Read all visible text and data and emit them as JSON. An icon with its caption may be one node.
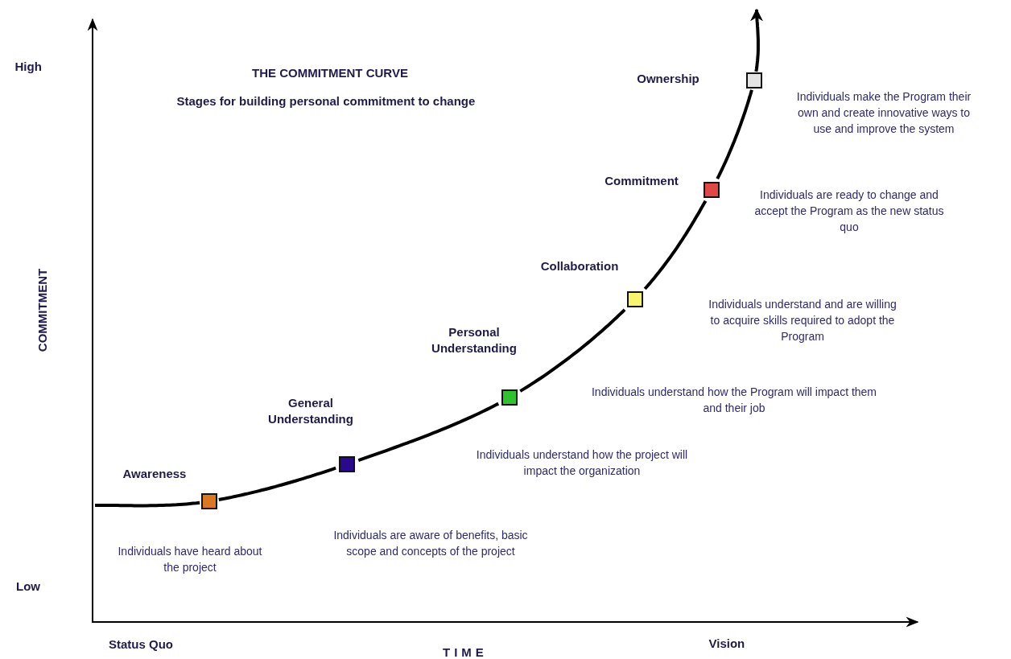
{
  "diagram": {
    "title": "THE COMMITMENT CURVE",
    "nodes": [
      {
        "text": [
          "Awareness"
        ]
      },
      {
        "text": [
          "General Understanding"
        ]
      },
      {
        "text": [
          "Personal Understanding"
        ]
      },
      {
        "text": [
          "Collaboration"
        ]
      },
      {
        "text": [
          "Commitment"
        ]
      },
      {
        "text": [
          "Ownership"
        ]
      }
    ],
    "edges": [
      {
        "from": null,
        "to": 0,
        "arrow": "none"
      },
      {
        "from": 0,
        "to": 1,
        "arrow": "none"
      },
      {
        "from": 1,
        "to": 2,
        "arrow": "none"
      },
      {
        "from": 2,
        "to": 3,
        "arrow": "none"
      },
      {
        "from": 3,
        "to": 4,
        "arrow": "none"
      },
      {
        "from": 4,
        "to": 5,
        "arrow": "none"
      },
      {
        "from": 5,
        "to": null,
        "arrow": "to"
      }
    ],
    "labels": [
      "High",
      "Stages for building personal commitment to change",
      "Individuals make the Program their own and create innovative ways to use and improve the system",
      "Individuals are ready to change and accept the Program as the new status quo",
      "COMMITMENT",
      "Individuals understand and are willing to acquire skills required to adopt the Program",
      "Individuals understand how the Program will impact them and their job",
      "Individuals understand how the project will impact the organization",
      "Individuals are aware of benefits, basic scope and concepts of  the project",
      "Individuals have  heard about the project",
      "Low",
      "Status Quo",
      "TIME",
      "Vision"
    ]
  }
}
